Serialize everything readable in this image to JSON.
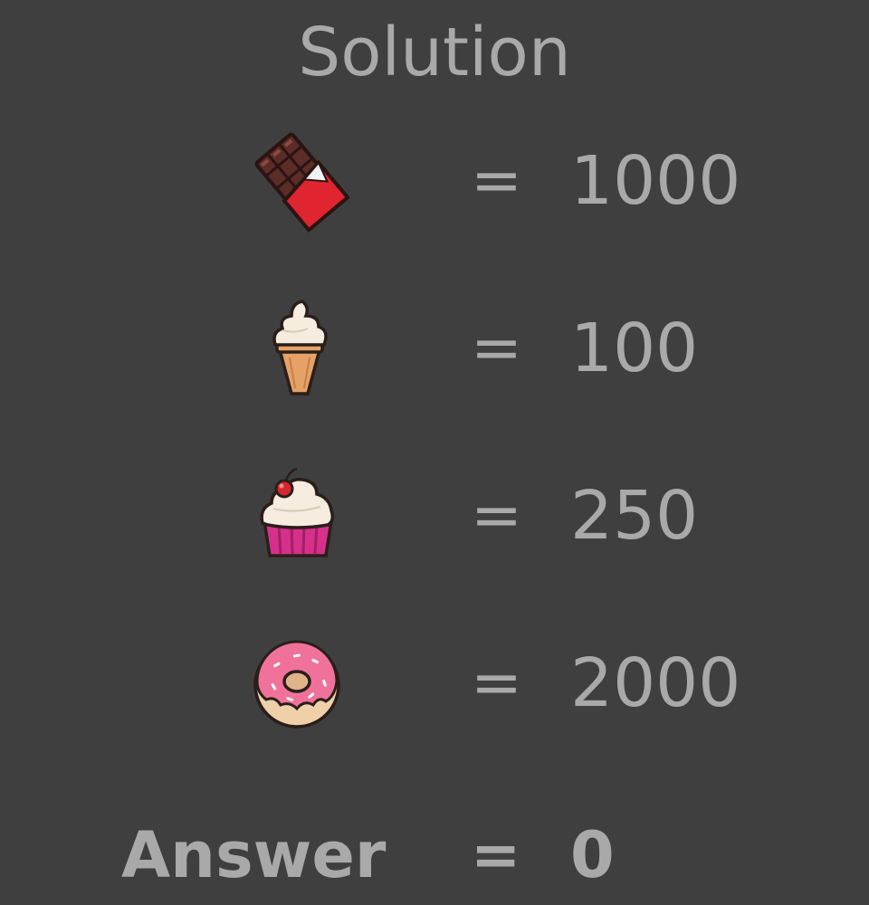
{
  "title": "Solution",
  "items": [
    {
      "icon": "chocolate-bar-icon",
      "equals": "=",
      "value": "1000"
    },
    {
      "icon": "ice-cream-cone-icon",
      "equals": "=",
      "value": "100"
    },
    {
      "icon": "cupcake-icon",
      "equals": "=",
      "value": "250"
    },
    {
      "icon": "donut-icon",
      "equals": "=",
      "value": "2000"
    }
  ],
  "answer": {
    "label": "Answer",
    "equals": "=",
    "value": "0"
  },
  "colors": {
    "background": "#3f3f3f",
    "text": "#a9a9a9"
  }
}
